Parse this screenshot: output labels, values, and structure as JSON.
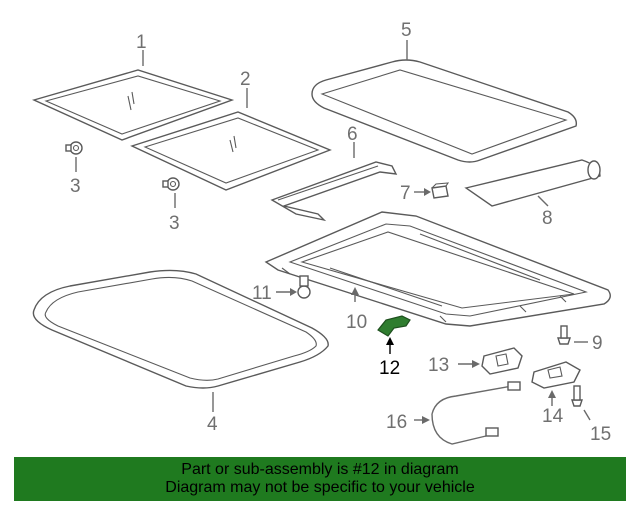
{
  "callouts": {
    "c1": "1",
    "c2": "2",
    "c3a": "3",
    "c3b": "3",
    "c4": "4",
    "c5": "5",
    "c6": "6",
    "c7": "7",
    "c8": "8",
    "c9": "9",
    "c10": "10",
    "c11": "11",
    "c12": "12",
    "c13": "13",
    "c14": "14",
    "c15": "15",
    "c16": "16"
  },
  "highlight": {
    "part": "12",
    "color": "#2f7d2f"
  },
  "banner": {
    "line1": "Part or sub-assembly is #12 in diagram",
    "line2": "Diagram may not be specific to your vehicle",
    "color": "#1f7a1f"
  }
}
